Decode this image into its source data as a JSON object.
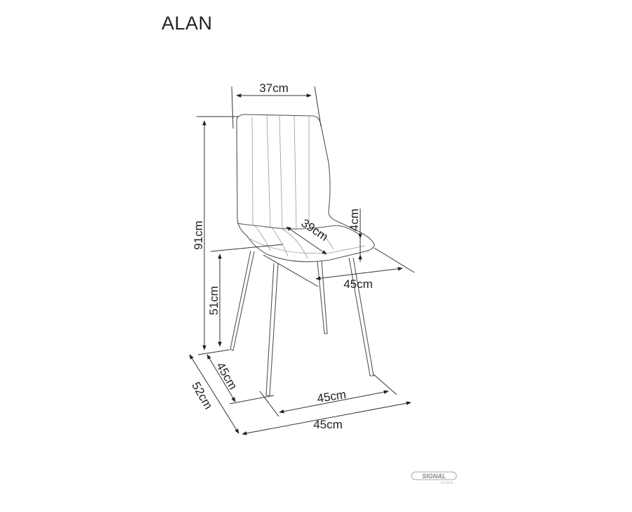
{
  "title": "ALAN",
  "dimensions": {
    "backrest_width": "37cm",
    "total_height": "91cm",
    "seat_height": "51cm",
    "seat_depth": "39cm",
    "seat_thickness": "4cm",
    "seat_width": "45cm",
    "base_depth": "45cm",
    "total_depth": "52cm",
    "base_width": "45cm",
    "total_width": "45cm"
  },
  "logo": {
    "brand": "SIGNAL",
    "sub": "meble"
  },
  "colors": {
    "line": "#333333",
    "text": "#222222"
  }
}
